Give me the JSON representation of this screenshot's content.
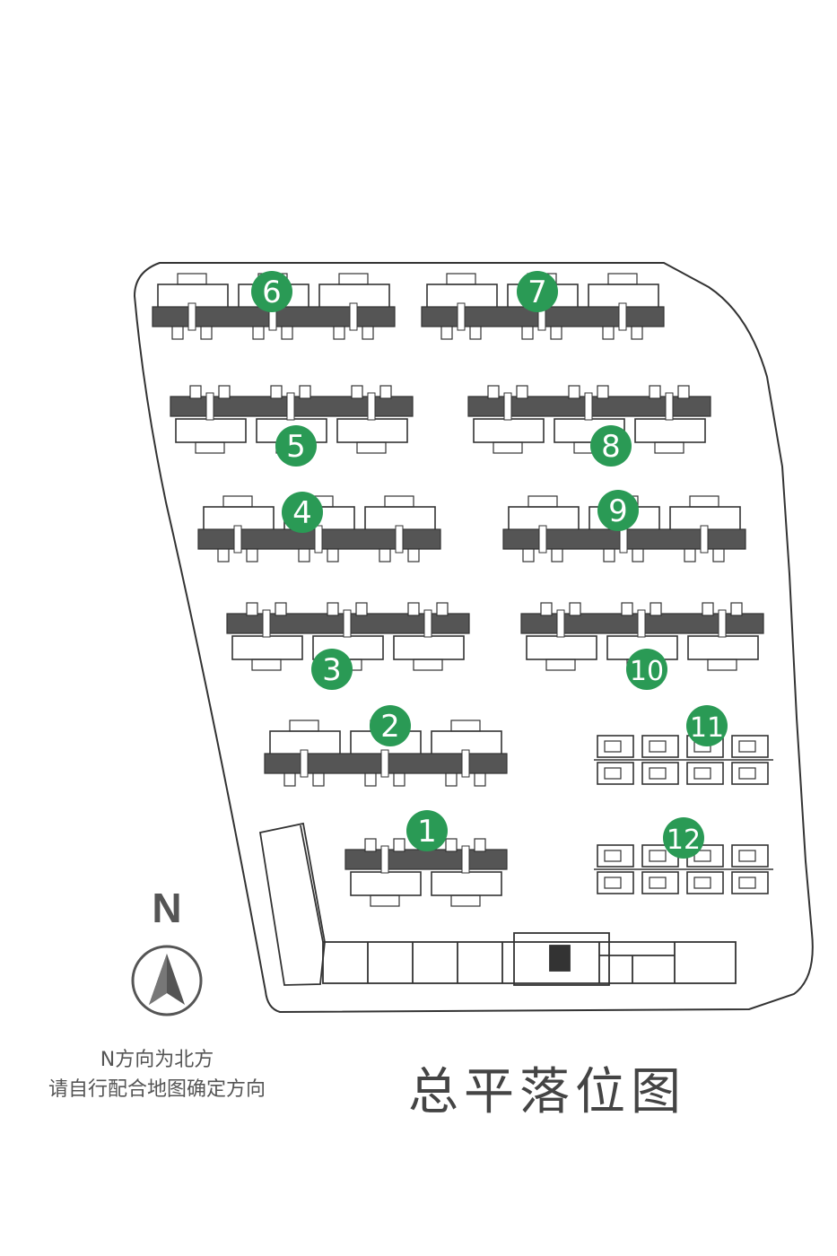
{
  "title": "总平落位图",
  "north": {
    "letter": "N",
    "note_line1": "N方向为北方",
    "note_line2": "请自行配合地图确定方向"
  },
  "colors": {
    "badge": "#2a9a55",
    "block_dark": "#555555",
    "outline": "#333333",
    "background": "#ffffff"
  },
  "buildings": [
    {
      "label": "1",
      "style": "dark-top"
    },
    {
      "label": "2",
      "style": "dark-bottom"
    },
    {
      "label": "3",
      "style": "dark-top"
    },
    {
      "label": "4",
      "style": "dark-bottom"
    },
    {
      "label": "5",
      "style": "dark-top"
    },
    {
      "label": "6",
      "style": "dark-bottom"
    },
    {
      "label": "7",
      "style": "dark-bottom"
    },
    {
      "label": "8",
      "style": "dark-top"
    },
    {
      "label": "9",
      "style": "dark-bottom"
    },
    {
      "label": "10",
      "style": "dark-top"
    },
    {
      "label": "11",
      "style": "outline"
    },
    {
      "label": "12",
      "style": "outline"
    }
  ]
}
